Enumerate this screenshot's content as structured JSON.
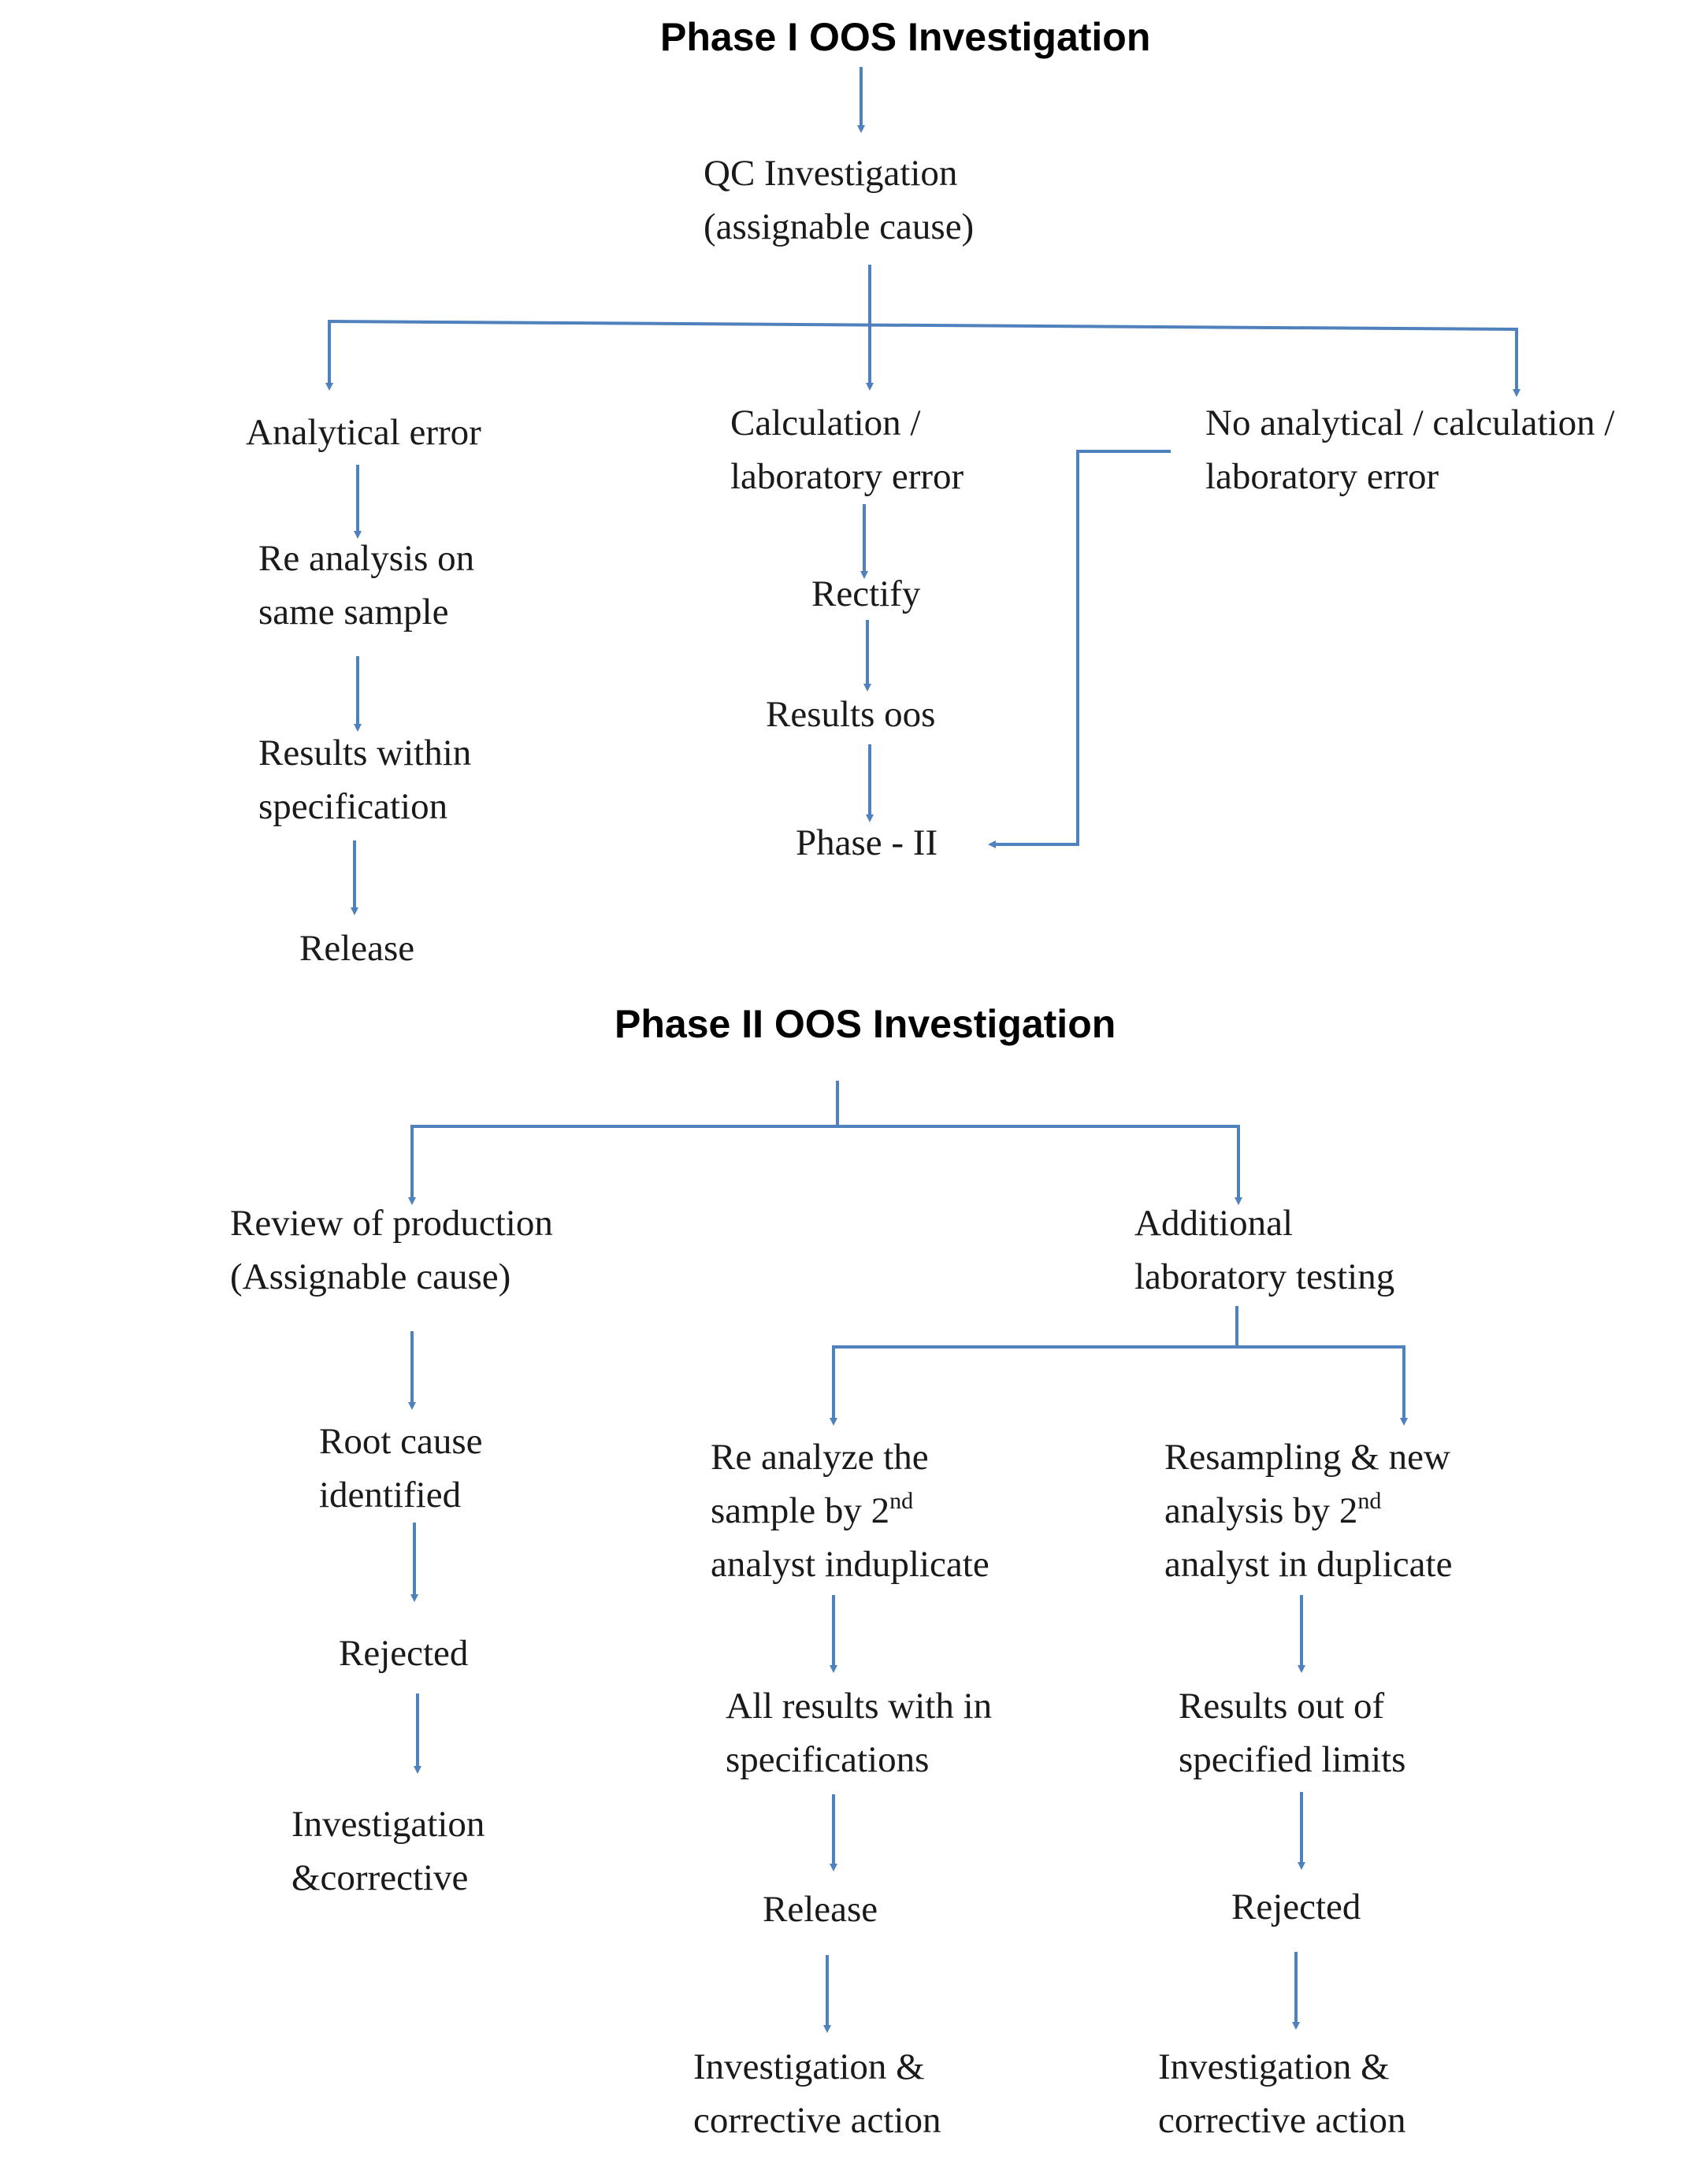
{
  "phase1": {
    "title": "Phase I OOS Investigation",
    "qc": {
      "line1": "QC Investigation",
      "line2": "(assignable cause)"
    },
    "analytical_error": "Analytical error",
    "reanalysis": {
      "line1": "Re analysis on",
      "line2": "same sample"
    },
    "results_within": {
      "line1": "Results within",
      "line2": "specification"
    },
    "release": "Release",
    "calc_error": {
      "line1": "Calculation /",
      "line2": "laboratory error"
    },
    "rectify": "Rectify",
    "results_oos": "Results oos",
    "phase2": "Phase - II",
    "no_error": {
      "line1": "No analytical / calculation /",
      "line2": "laboratory error"
    }
  },
  "phase2": {
    "title": "Phase II OOS Investigation",
    "review": {
      "line1": "Review of production",
      "line2": "(Assignable cause)"
    },
    "root_cause": {
      "line1": "Root cause",
      "line2": "identified"
    },
    "rejected": "Rejected",
    "inv_corrective": {
      "line1": "Investigation",
      "line2": "&corrective"
    },
    "additional": {
      "line1": "Additional",
      "line2": "laboratory testing"
    },
    "reanalyze": {
      "line1": "Re analyze the",
      "line2_pre": "sample by 2",
      "line2_sup": "nd",
      "line3": "analyst induplicate"
    },
    "all_results": {
      "line1": "All results with in",
      "line2": "specifications"
    },
    "release": "Release",
    "inv_left": {
      "line1": "Investigation &",
      "line2": "corrective action"
    },
    "resampling": {
      "line1": "Resampling & new",
      "line2_pre": "analysis by 2",
      "line2_sup": "nd",
      "line3": "analyst in duplicate"
    },
    "results_out": {
      "line1": "Results out of",
      "line2": "specified limits"
    },
    "rejected_right": "Rejected",
    "inv_right": {
      "line1": "Investigation &",
      "line2": "corrective action"
    }
  },
  "colors": {
    "connector": "#4f81bd",
    "text": "#1a1a1a",
    "title": "#000000"
  }
}
